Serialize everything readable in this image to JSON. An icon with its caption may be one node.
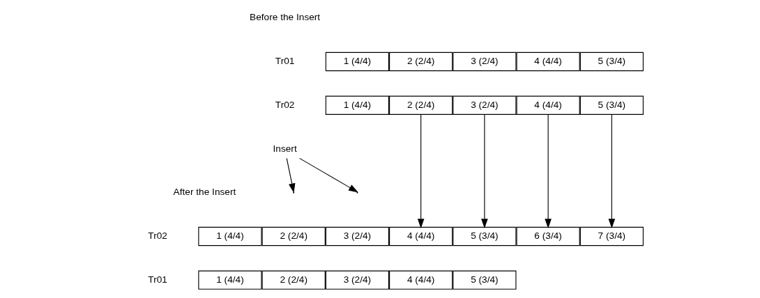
{
  "diagram": {
    "nodes": [
      {
        "text": [
          "1 (4/4)"
        ]
      },
      {
        "text": [
          "2 (2/4)"
        ]
      },
      {
        "text": [
          "3 (2/4)"
        ]
      },
      {
        "text": [
          "4 (4/4)"
        ]
      },
      {
        "text": [
          "5 (3/4)"
        ]
      },
      {
        "text": [
          "1 (4/4)"
        ]
      },
      {
        "text": [
          "2 (2/4)"
        ]
      },
      {
        "text": [
          "3 (2/4)"
        ]
      },
      {
        "text": [
          "4 (4/4)"
        ]
      },
      {
        "text": [
          "5 (3/4)"
        ]
      },
      {
        "text": [
          "Insert"
        ]
      },
      {
        "text": [
          "1 (4/4)"
        ]
      },
      {
        "text": [
          "2 (2/4)"
        ]
      },
      {
        "text": [
          "3 (2/4)"
        ]
      },
      {
        "text": [
          "4 (4/4)"
        ]
      },
      {
        "text": [
          "5 (3/4)"
        ]
      },
      {
        "text": [
          "6 (3/4)"
        ]
      },
      {
        "text": [
          "7 (3/4)"
        ]
      },
      {
        "text": [
          "1 (4/4)"
        ]
      },
      {
        "text": [
          "2 (2/4)"
        ]
      },
      {
        "text": [
          "3 (2/4)"
        ]
      },
      {
        "text": [
          "4 (4/4)"
        ]
      },
      {
        "text": [
          "5 (3/4)"
        ]
      }
    ],
    "edges": [
      {
        "from": 6,
        "to": 14,
        "arrow": "to"
      },
      {
        "from": 7,
        "to": 15,
        "arrow": "to"
      },
      {
        "from": 8,
        "to": 16,
        "arrow": "to"
      },
      {
        "from": 9,
        "to": 17,
        "arrow": "to"
      },
      {
        "from": 10,
        "to": null,
        "arrow": "to"
      },
      {
        "from": 10,
        "to": null,
        "arrow": "to"
      }
    ],
    "labels": [
      "Before the Insert",
      "Tr01",
      "Tr02",
      "After the Insert",
      "Tr02",
      "Tr01"
    ]
  }
}
